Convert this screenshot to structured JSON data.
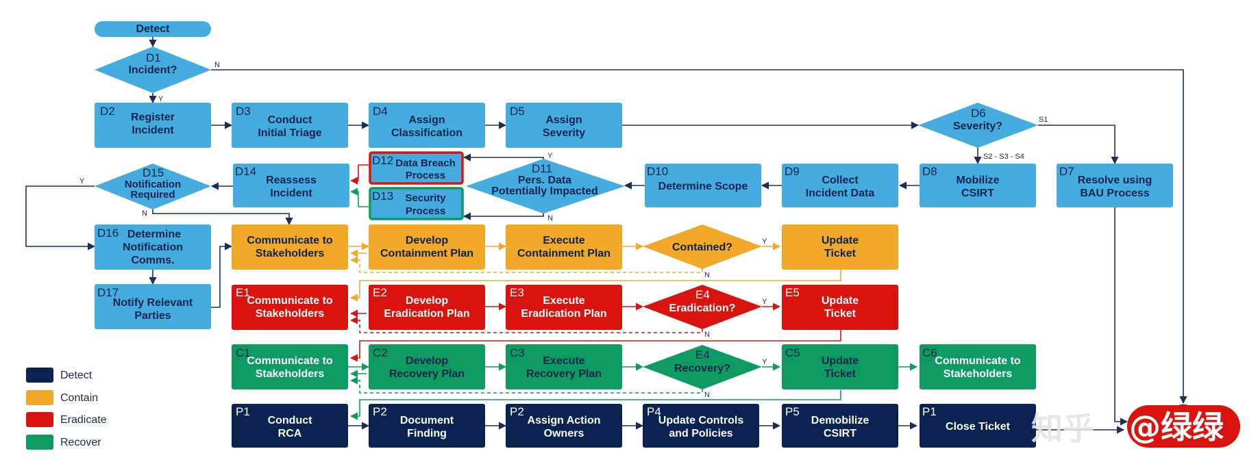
{
  "colors": {
    "detect_light": "#44ACDE",
    "detect_dark": "#0B2350",
    "contain": "#F2A829",
    "eradicate": "#D9140E",
    "recover": "#0E9B61",
    "line": "#1B2E55",
    "highlight_red": "#D9140E",
    "highlight_green": "#0E9B61"
  },
  "start": {
    "label": "Detect"
  },
  "nodes": {
    "D1": {
      "id": "D1",
      "label": "Incident?"
    },
    "D2": {
      "id": "D2",
      "l1": "Register",
      "l2": "Incident"
    },
    "D3": {
      "id": "D3",
      "l1": "Conduct",
      "l2": "Initial Triage"
    },
    "D4": {
      "id": "D4",
      "l1": "Assign",
      "l2": "Classification"
    },
    "D5": {
      "id": "D5",
      "l1": "Assign",
      "l2": "Severity"
    },
    "D6": {
      "id": "D6",
      "label": "Severity?"
    },
    "D7": {
      "id": "D7",
      "l1": "Resolve using",
      "l2": "BAU Process"
    },
    "D8": {
      "id": "D8",
      "l1": "Mobilize",
      "l2": "CSIRT"
    },
    "D9": {
      "id": "D9",
      "l1": "Collect",
      "l2": "Incident Data"
    },
    "D10": {
      "id": "D10",
      "l1": "Determine Scope"
    },
    "D11": {
      "id": "D11",
      "l1": "Pers. Data",
      "l2": "Potentially  Impacted"
    },
    "D12": {
      "id": "D12",
      "l1": "Data Breach",
      "l2": "Process"
    },
    "D13": {
      "id": "D13",
      "l1": "Security",
      "l2": "Process"
    },
    "D14": {
      "id": "D14",
      "l1": "Reassess",
      "l2": "Incident"
    },
    "D15": {
      "id": "D15",
      "l1": "Notification",
      "l2": "Required"
    },
    "D16": {
      "id": "D16",
      "l1": "Determine",
      "l2": "Notification",
      "l3": "Comms."
    },
    "D17": {
      "id": "D17",
      "l1": "Notify Relevant",
      "l2": "Parties"
    },
    "K1": {
      "id": "",
      "l1": "Communicate to",
      "l2": "Stakeholders"
    },
    "K2": {
      "id": "",
      "l1": "Develop",
      "l2": "Containment Plan"
    },
    "K3": {
      "id": "",
      "l1": "Execute",
      "l2": "Containment Plan"
    },
    "K4": {
      "id": "",
      "label": "Contained?"
    },
    "K5": {
      "id": "",
      "l1": "Update",
      "l2": "Ticket"
    },
    "E1": {
      "id": "E1",
      "l1": "Communicate to",
      "l2": "Stakeholders"
    },
    "E2": {
      "id": "E2",
      "l1": "Develop",
      "l2": "Eradication Plan"
    },
    "E3": {
      "id": "E3",
      "l1": "Execute",
      "l2": "Eradication Plan"
    },
    "E4": {
      "id": "E4",
      "label": "Eradication?"
    },
    "E5": {
      "id": "E5",
      "l1": "Update",
      "l2": "Ticket"
    },
    "C1": {
      "id": "C1",
      "l1": "Communicate to",
      "l2": "Stakeholders"
    },
    "C2": {
      "id": "C2",
      "l1": "Develop",
      "l2": "Recovery Plan"
    },
    "C3": {
      "id": "C3",
      "l1": "Execute",
      "l2": "Recovery Plan"
    },
    "C4": {
      "id": "E4",
      "label": "Recovery?"
    },
    "C5": {
      "id": "C5",
      "l1": "Update",
      "l2": "Ticket"
    },
    "C6": {
      "id": "C6",
      "l1": "Communicate to",
      "l2": "Stakeholders"
    },
    "P1": {
      "id": "P1",
      "l1": "Conduct",
      "l2": "RCA"
    },
    "P2": {
      "id": "P2",
      "l1": "Document",
      "l2": "Finding"
    },
    "P3": {
      "id": "P2",
      "l1": "Assign Action",
      "l2": "Owners"
    },
    "P4": {
      "id": "P4",
      "l1": "Update Controls",
      "l2": "and Policies"
    },
    "P5": {
      "id": "P5",
      "l1": "Demobilize",
      "l2": "CSIRT"
    },
    "P6": {
      "id": "P1",
      "l1": "Close Ticket"
    }
  },
  "edge_labels": {
    "y": "Y",
    "n": "N",
    "s1": "S1",
    "s234": "S2 - S3 - S4"
  },
  "legend": [
    {
      "label": "Detect",
      "color": "#0B2350"
    },
    {
      "label": "Contain",
      "color": "#F2A829"
    },
    {
      "label": "Eradicate",
      "color": "#D9140E"
    },
    {
      "label": "Recover",
      "color": "#0E9B61"
    }
  ],
  "watermark": {
    "zhihu": "知乎",
    "handle": "@绿绿"
  }
}
